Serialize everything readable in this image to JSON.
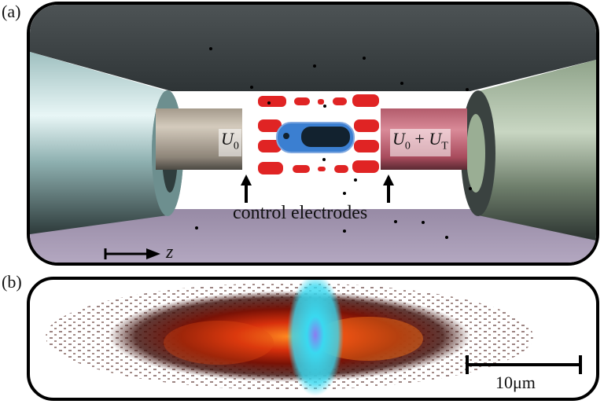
{
  "figure": {
    "panel_a": {
      "label": "(a)",
      "left_electrode_label": "U",
      "left_electrode_sub": "0",
      "right_electrode_label_1": "U",
      "right_electrode_sub_1": "0",
      "right_electrode_plus": " + ",
      "right_electrode_label_2": "U",
      "right_electrode_sub_2": "T",
      "annotation": "control electrodes",
      "axis_label": "z",
      "colors": {
        "left_endcap": "#a9c9c9",
        "right_endcap": "#9aae94",
        "left_electrode": "#bdb4a6",
        "right_electrode": "#c26678",
        "top_wall": "#3e4446",
        "bottom_wall": "#ada0bb",
        "ions_red": "#e02424",
        "ion_cloud_blue": "#3b7fd1",
        "ion_cloud_dark": "#12222f"
      }
    },
    "panel_b": {
      "label": "(b)",
      "scale_bar_label": "10μm",
      "colors": {
        "outer_ions": "#3a0a05",
        "mid_ions": "#c0200a",
        "hot_ions": "#ff8a20",
        "center_cloud": "#39d9f0",
        "center_core": "#8c7cf0"
      }
    }
  }
}
